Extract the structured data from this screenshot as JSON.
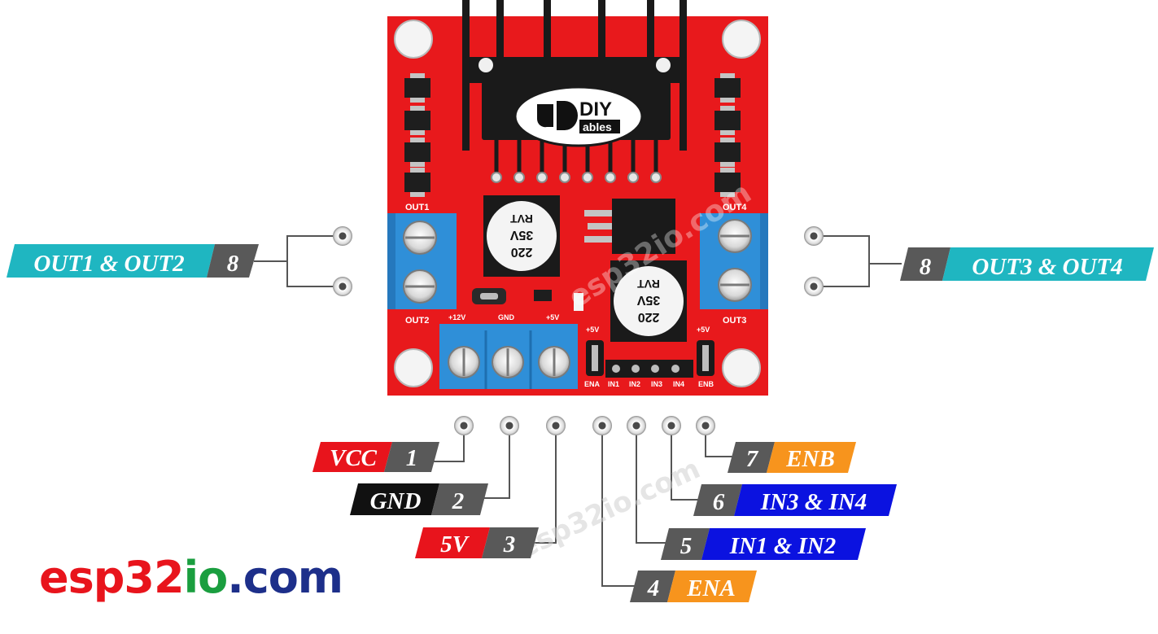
{
  "board": {
    "logo_top": "DIY",
    "logo_bottom": "ables",
    "cap_label_1": "220",
    "cap_label_2": "35V",
    "cap_label_3": "RVT",
    "silkscreen": {
      "out1": "OUT1",
      "out2": "OUT2",
      "out3": "OUT3",
      "out4": "OUT4",
      "v12": "+12V",
      "gnd": "GND",
      "v5": "+5V",
      "ena_5v": "+5V",
      "enb_5v": "+5V",
      "ena": "ENA",
      "in1": "IN1",
      "in2": "IN2",
      "in3": "IN3",
      "in4": "IN4",
      "enb": "ENB"
    },
    "watermark": "esp32io.com"
  },
  "pins": {
    "out12": {
      "num": "8",
      "name": "OUT1 & OUT2"
    },
    "out34": {
      "num": "8",
      "name": "OUT3 & OUT4"
    },
    "vcc": {
      "num": "1",
      "name": "VCC"
    },
    "gnd": {
      "num": "2",
      "name": "GND"
    },
    "v5": {
      "num": "3",
      "name": "5V"
    },
    "ena": {
      "num": "4",
      "name": "ENA"
    },
    "in12": {
      "num": "5",
      "name": "IN1 & IN2"
    },
    "in34": {
      "num": "6",
      "name": "IN3 & IN4"
    },
    "enb": {
      "num": "7",
      "name": "ENB"
    }
  },
  "watermark": "esp32io.com",
  "brand": {
    "part1": "esp32",
    "part2": "io",
    "part3": ".com"
  },
  "colors": {
    "board": "#e8191c",
    "terminal": "#2f8fd8",
    "pin_number_bg": "#595959",
    "label_teal": "#1fb6c1",
    "label_red": "#e8141c",
    "label_black": "#111111",
    "label_orange": "#f7941d",
    "label_blue": "#0b12e0"
  }
}
